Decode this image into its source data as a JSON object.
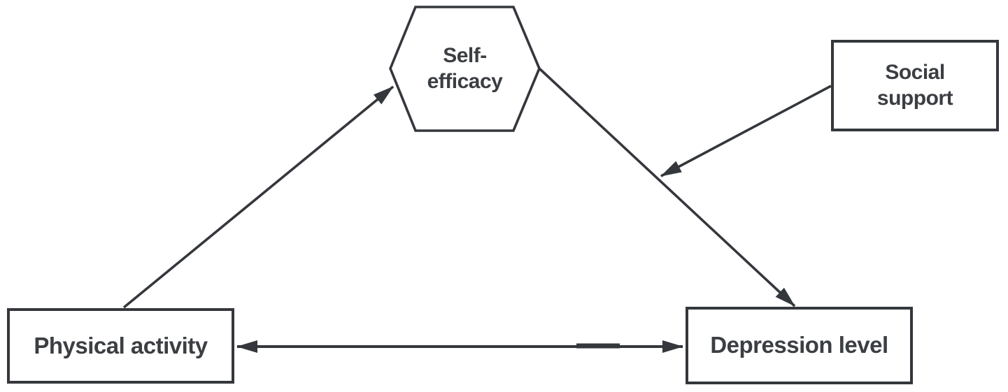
{
  "diagram": {
    "description": "Mediation/moderation model: self-efficacy mediates and social support moderates the relation between physical activity and depression level",
    "colors": {
      "background": "#ffffff",
      "stroke": "#34373c",
      "text": "#3b3e42"
    },
    "nodes": {
      "self_efficacy": {
        "shape": "hexagon",
        "lines": [
          "Self-",
          "efficacy"
        ]
      },
      "social_support": {
        "shape": "rectangle",
        "lines": [
          "Social",
          "support"
        ]
      },
      "physical_activity": {
        "shape": "rectangle",
        "label": "Physical activity"
      },
      "depression_level": {
        "shape": "rectangle",
        "label": "Depression level"
      }
    },
    "edges": [
      {
        "from": "physical_activity",
        "to": "self_efficacy",
        "style": "single-arrow"
      },
      {
        "from": "self_efficacy",
        "to": "depression_level",
        "style": "single-arrow"
      },
      {
        "from": "social_support",
        "to": "path:self_efficacy-depression_level",
        "style": "single-arrow"
      },
      {
        "from": "physical_activity",
        "to": "depression_level",
        "style": "double-arrow"
      }
    ]
  }
}
